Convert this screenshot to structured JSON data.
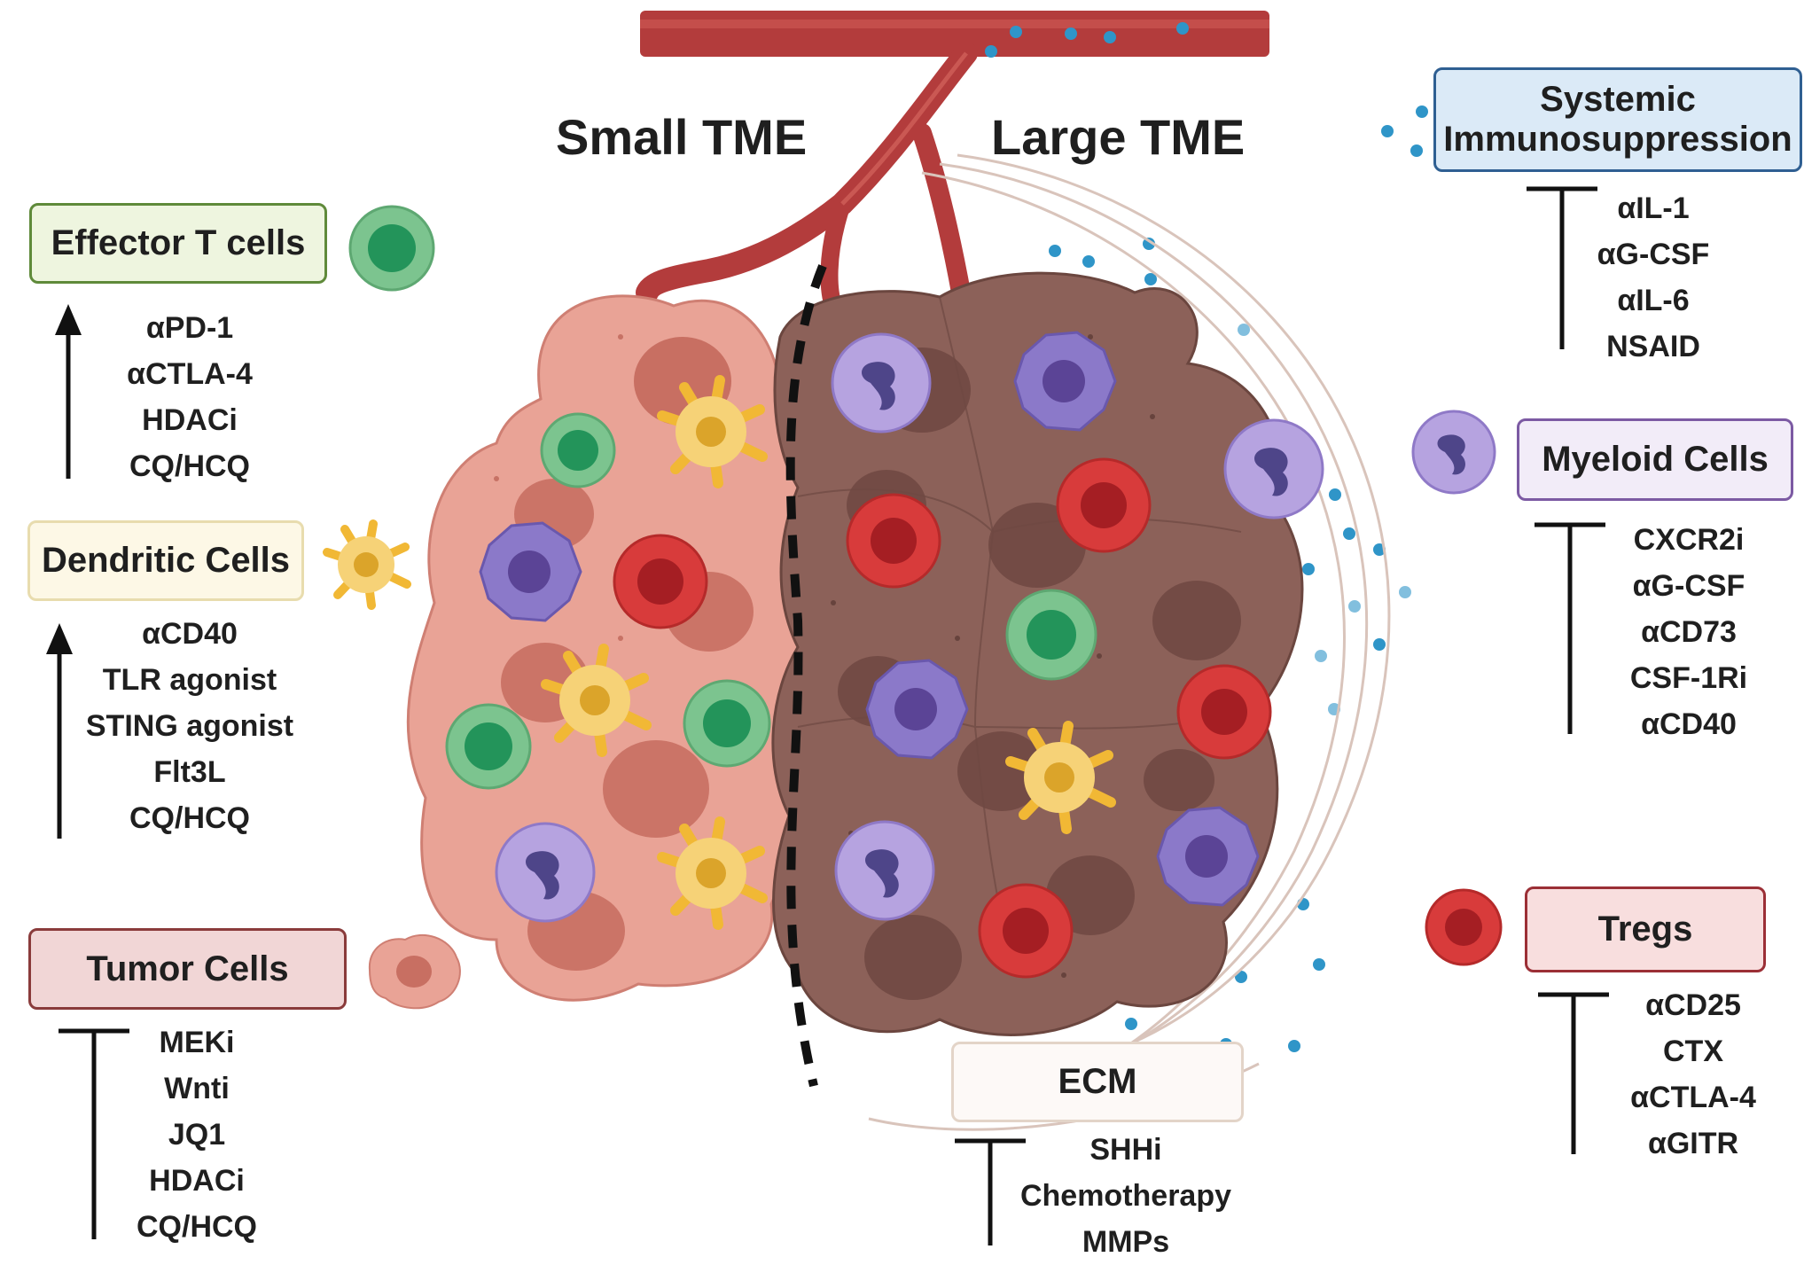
{
  "headings": {
    "small_tme": "Small TME",
    "large_tme": "Large TME"
  },
  "effector": {
    "label": "Effector T cells",
    "agents": [
      "αPD-1",
      "αCTLA-4",
      "HDACi",
      "CQ/HCQ"
    ],
    "relation": "promote"
  },
  "dendritic": {
    "label": "Dendritic Cells",
    "agents": [
      "αCD40",
      "TLR agonist",
      "STING agonist",
      "Flt3L",
      "CQ/HCQ"
    ],
    "relation": "promote"
  },
  "tumor": {
    "label": "Tumor Cells",
    "agents": [
      "MEKi",
      "Wnti",
      "JQ1",
      "HDACi",
      "CQ/HCQ"
    ],
    "relation": "inhibit"
  },
  "systemic": {
    "label_line1": "Systemic",
    "label_line2": "Immunosuppression",
    "agents": [
      "αIL-1",
      "αG-CSF",
      "αIL-6",
      "NSAID"
    ],
    "relation": "inhibit"
  },
  "myeloid": {
    "label": "Myeloid Cells",
    "agents": [
      "CXCR2i",
      "αG-CSF",
      "αCD73",
      "CSF-1Ri",
      "αCD40"
    ],
    "relation": "inhibit"
  },
  "tregs": {
    "label": "Tregs",
    "agents": [
      "αCD25",
      "CTX",
      "αCTLA-4",
      "αGITR"
    ],
    "relation": "inhibit"
  },
  "ecm": {
    "label": "ECM",
    "agents": [
      "SHHi",
      "Chemotherapy",
      "MMPs"
    ],
    "relation": "inhibit"
  },
  "colors": {
    "effector_fill": "#eef5df",
    "effector_border": "#5f8a3a",
    "dendritic_fill": "#fdf8e6",
    "dendritic_border": "#e8dcae",
    "tumor_fill": "#f1d6d6",
    "tumor_border": "#8a3b3b",
    "systemic_fill": "#dbeaf7",
    "systemic_border": "#2f5f92",
    "myeloid_fill": "#f2ecf8",
    "myeloid_border": "#7c5aa3",
    "tregs_fill": "#f8dede",
    "tregs_border": "#9b2f36",
    "ecm_fill": "#fdf9f7",
    "ecm_border": "#e3d4c8",
    "vessel": "#b23a3a",
    "small_tumor": "#e9a396",
    "large_tumor": "#8c6159",
    "t_cell": "#7cc48f",
    "treg": "#d83b3b",
    "dc": "#f6d277",
    "myeloid": "#a996d8",
    "cytokine": "#2f95c8"
  }
}
